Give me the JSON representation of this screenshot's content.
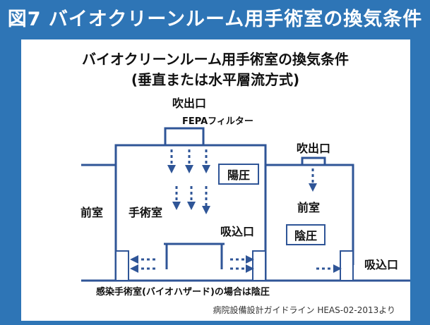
{
  "header": {
    "title": "図7 バイオクリーンルーム用手術室の換気条件"
  },
  "diagram": {
    "title_line1": "バイオクリーンルーム用手術室の換気条件",
    "title_line2": "(垂直または水平層流方式)",
    "outlet_label_main": "吹出口",
    "filter_label": "FEPAフィルター",
    "positive_pressure": "陽圧",
    "operating_room": "手術室",
    "anteroom_left": "前室",
    "intake_main": "吸込口",
    "outlet_label_side": "吹出口",
    "anteroom_right": "前室",
    "negative_pressure": "陰圧",
    "intake_side": "吸込口",
    "note": "感染手術室(バイオハザード)の場合は陰圧",
    "source": "病院設備設計ガイドライン HEAS-02-2013より"
  },
  "colors": {
    "frame": "#2e75b6",
    "wall": "#2f5597",
    "arrow": "#2f5597",
    "text": "#111111"
  }
}
